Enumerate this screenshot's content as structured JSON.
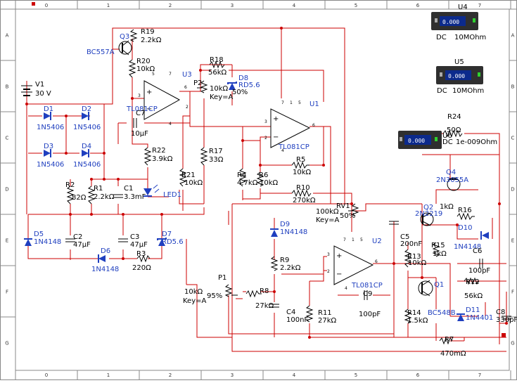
{
  "colors": {
    "wire": "#cc0000",
    "part": "#1f3fbf",
    "meter": "#2f2f2f",
    "meter_display": "#0c2a8c"
  },
  "ruler": {
    "columns": [
      "0",
      "1",
      "2",
      "3",
      "4",
      "5",
      "6",
      "7",
      "8"
    ],
    "rows": [
      "A",
      "B",
      "C",
      "D",
      "E",
      "F",
      "G"
    ]
  },
  "meters": [
    {
      "ref": "U4",
      "value": "0.000",
      "mode": "DC",
      "impedance": "10MOhm"
    },
    {
      "ref": "U5",
      "value": "0.000",
      "mode": "DC",
      "impedance": "10MOhm"
    },
    {
      "ref": "U6",
      "value": "0.000",
      "mode": "DC",
      "impedance": "1e-009Ohm"
    }
  ],
  "source": {
    "ref": "V1",
    "value": "30 V"
  },
  "opamps": [
    {
      "ref": "U3",
      "part": "TL081CP"
    },
    {
      "ref": "U1",
      "part": "TL081CP"
    },
    {
      "ref": "U2",
      "part": "TL081CP"
    }
  ],
  "transistors": [
    {
      "ref": "Q3",
      "part": "BC557A"
    },
    {
      "ref": "Q4",
      "part": "2N3055A"
    },
    {
      "ref": "Q2",
      "part": "2N2219"
    },
    {
      "ref": "Q1",
      "part": "BC548B"
    }
  ],
  "diodes": [
    {
      "ref": "D1",
      "part": "1N5406"
    },
    {
      "ref": "D2",
      "part": "1N5406"
    },
    {
      "ref": "D3",
      "part": "1N5406"
    },
    {
      "ref": "D4",
      "part": "1N5406"
    },
    {
      "ref": "D5",
      "part": "1N4148"
    },
    {
      "ref": "D6",
      "part": "1N4148"
    },
    {
      "ref": "D7",
      "part": "RD5.6"
    },
    {
      "ref": "D8",
      "part": "RD5.6"
    },
    {
      "ref": "D9",
      "part": "1N4148"
    },
    {
      "ref": "D10",
      "part": "1N4148"
    },
    {
      "ref": "D11",
      "part": "1N4401"
    },
    {
      "ref": "LED1",
      "part": ""
    }
  ],
  "resistors": [
    {
      "ref": "R1",
      "value": "2.2kΩ"
    },
    {
      "ref": "R2",
      "value": "82Ω"
    },
    {
      "ref": "R3",
      "value": "220Ω"
    },
    {
      "ref": "R4",
      "value": "4.7kΩ"
    },
    {
      "ref": "R5",
      "value": "10kΩ"
    },
    {
      "ref": "R6",
      "value": "10kΩ"
    },
    {
      "ref": "R7",
      "value": "470mΩ"
    },
    {
      "ref": "R8",
      "value": "27kΩ"
    },
    {
      "ref": "R9",
      "value": "2.2kΩ"
    },
    {
      "ref": "R10",
      "value": "270kΩ"
    },
    {
      "ref": "R11",
      "value": "27kΩ"
    },
    {
      "ref": "R12",
      "value": "56kΩ"
    },
    {
      "ref": "R13",
      "value": "10kΩ"
    },
    {
      "ref": "R14",
      "value": "1.5kΩ"
    },
    {
      "ref": "R15",
      "value": "1kΩ"
    },
    {
      "ref": "R16",
      "value": "1kΩ"
    },
    {
      "ref": "R17",
      "value": "33Ω"
    },
    {
      "ref": "R18",
      "value": "56kΩ"
    },
    {
      "ref": "R19",
      "value": "2.2kΩ"
    },
    {
      "ref": "R20",
      "value": "10kΩ"
    },
    {
      "ref": "R21",
      "value": "10kΩ"
    },
    {
      "ref": "R22",
      "value": "3.9kΩ"
    },
    {
      "ref": "R24",
      "value": "50Ω"
    }
  ],
  "capacitors": [
    {
      "ref": "C1",
      "value": "3.3mF"
    },
    {
      "ref": "C2",
      "value": "47µF"
    },
    {
      "ref": "C3",
      "value": "47µF"
    },
    {
      "ref": "C4",
      "value": "100nF"
    },
    {
      "ref": "C5",
      "value": "200nF"
    },
    {
      "ref": "C6",
      "value": "100pF"
    },
    {
      "ref": "C7",
      "value": "10µF"
    },
    {
      "ref": "C8",
      "value": "330pF"
    },
    {
      "ref": "C9",
      "value": "100pF"
    }
  ],
  "pots": [
    {
      "ref": "P2",
      "value": "10kΩ",
      "pct": "50%",
      "key": "Key=A"
    },
    {
      "ref": "RV1",
      "value": "100kΩ",
      "pct": "50%",
      "key": "Key=A"
    },
    {
      "ref": "P1",
      "value": "10kΩ",
      "pct": "95%",
      "key": "Key=A"
    }
  ],
  "pins": {
    "u3_2": "2",
    "u3_3": "3",
    "u3_4": "4",
    "u3_5": "5",
    "u3_6": "6",
    "u3_7": "7",
    "u1_1": "1",
    "u1_2": "2",
    "u1_3": "3",
    "u1_4": "4",
    "u1_5": "5",
    "u1_6": "6",
    "u1_7": "7",
    "u2_1": "1",
    "u2_2": "2",
    "u2_3": "3",
    "u2_4": "4",
    "u2_5": "5",
    "u2_6": "6",
    "u2_7": "7"
  }
}
